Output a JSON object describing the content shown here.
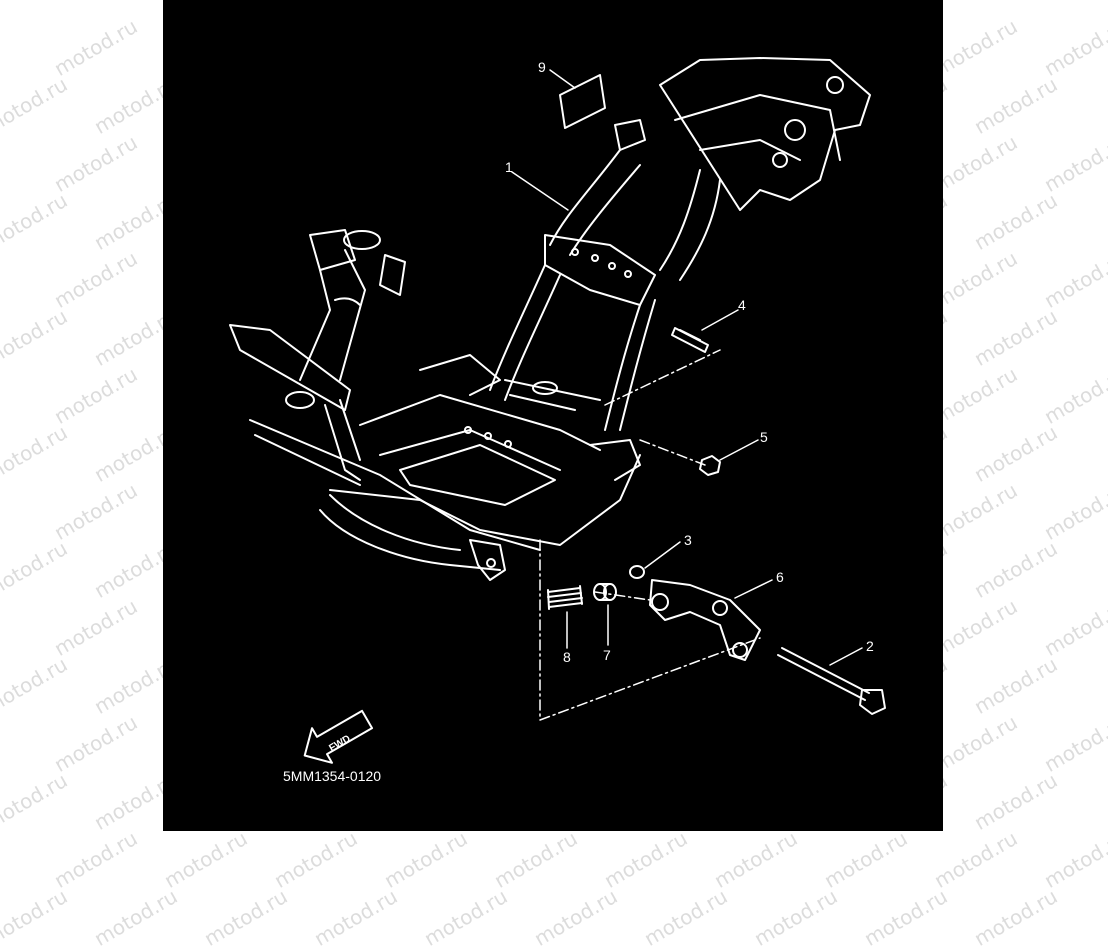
{
  "watermark": "motod.ru",
  "diagram": {
    "code": "5MM1354-0120",
    "fwd_label": "FWD",
    "callouts": [
      {
        "id": "1",
        "label": "1"
      },
      {
        "id": "2",
        "label": "2"
      },
      {
        "id": "3",
        "label": "3"
      },
      {
        "id": "4",
        "label": "4"
      },
      {
        "id": "5",
        "label": "5"
      },
      {
        "id": "6",
        "label": "6"
      },
      {
        "id": "7",
        "label": "7"
      },
      {
        "id": "8",
        "label": "8"
      },
      {
        "id": "9",
        "label": "9"
      }
    ],
    "colors": {
      "background": "#000000",
      "lines": "#ffffff",
      "page": "#ffffff",
      "watermark": "#dcdcdc"
    }
  }
}
